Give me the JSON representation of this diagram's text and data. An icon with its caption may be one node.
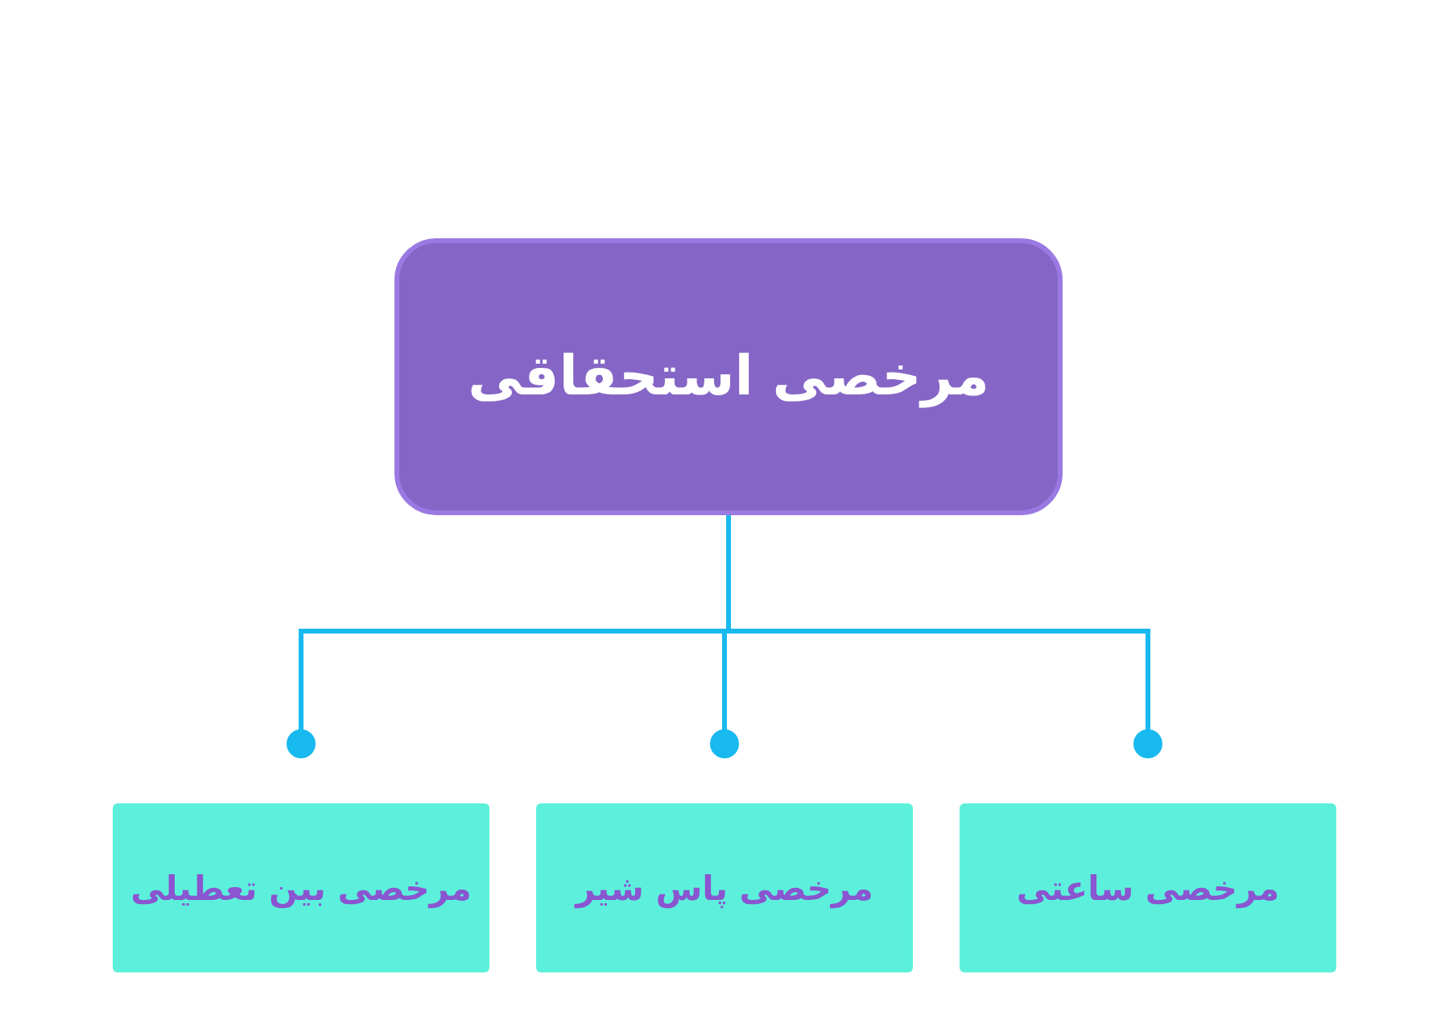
{
  "diagram": {
    "nodes": [
      {
        "text": [
          "مرخصی استحقاقی"
        ]
      },
      {
        "text": [
          "مرخصی بین تعطیلی"
        ]
      },
      {
        "text": [
          "مرخصی پاس شیر"
        ]
      },
      {
        "text": [
          "مرخصی ساعتی"
        ]
      }
    ],
    "edges": [
      {
        "from": 0,
        "to": 1,
        "arrow": "other"
      },
      {
        "from": 0,
        "to": 2,
        "arrow": "other"
      },
      {
        "from": 0,
        "to": 3,
        "arrow": "other"
      }
    ]
  }
}
